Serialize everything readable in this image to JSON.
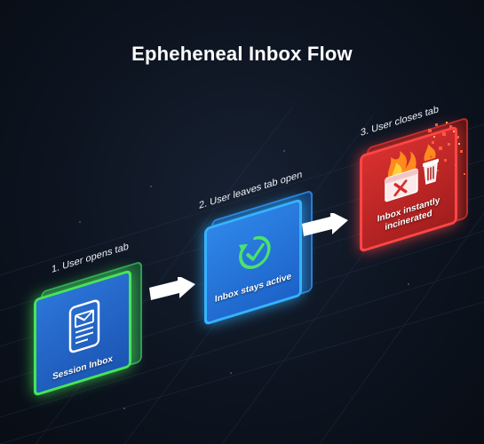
{
  "title": "Epheheneal Inbox Flow",
  "steps": [
    {
      "label": "1. User opens tab",
      "caption": "Session Inbox",
      "icon": "phone-email-icon",
      "color": "#47e55a"
    },
    {
      "label": "2. User leaves tab open",
      "caption": "Inbox stays active",
      "icon": "refresh-check-icon",
      "color": "#36b3ff"
    },
    {
      "label": "3. User closes tab",
      "caption_line1": "Inbox instantly",
      "caption_line2": "incinerated",
      "icon": "burning-inbox-trash-icon",
      "color": "#ff4646"
    }
  ],
  "arrows": [
    "arrow-right-icon",
    "arrow-right-icon"
  ]
}
